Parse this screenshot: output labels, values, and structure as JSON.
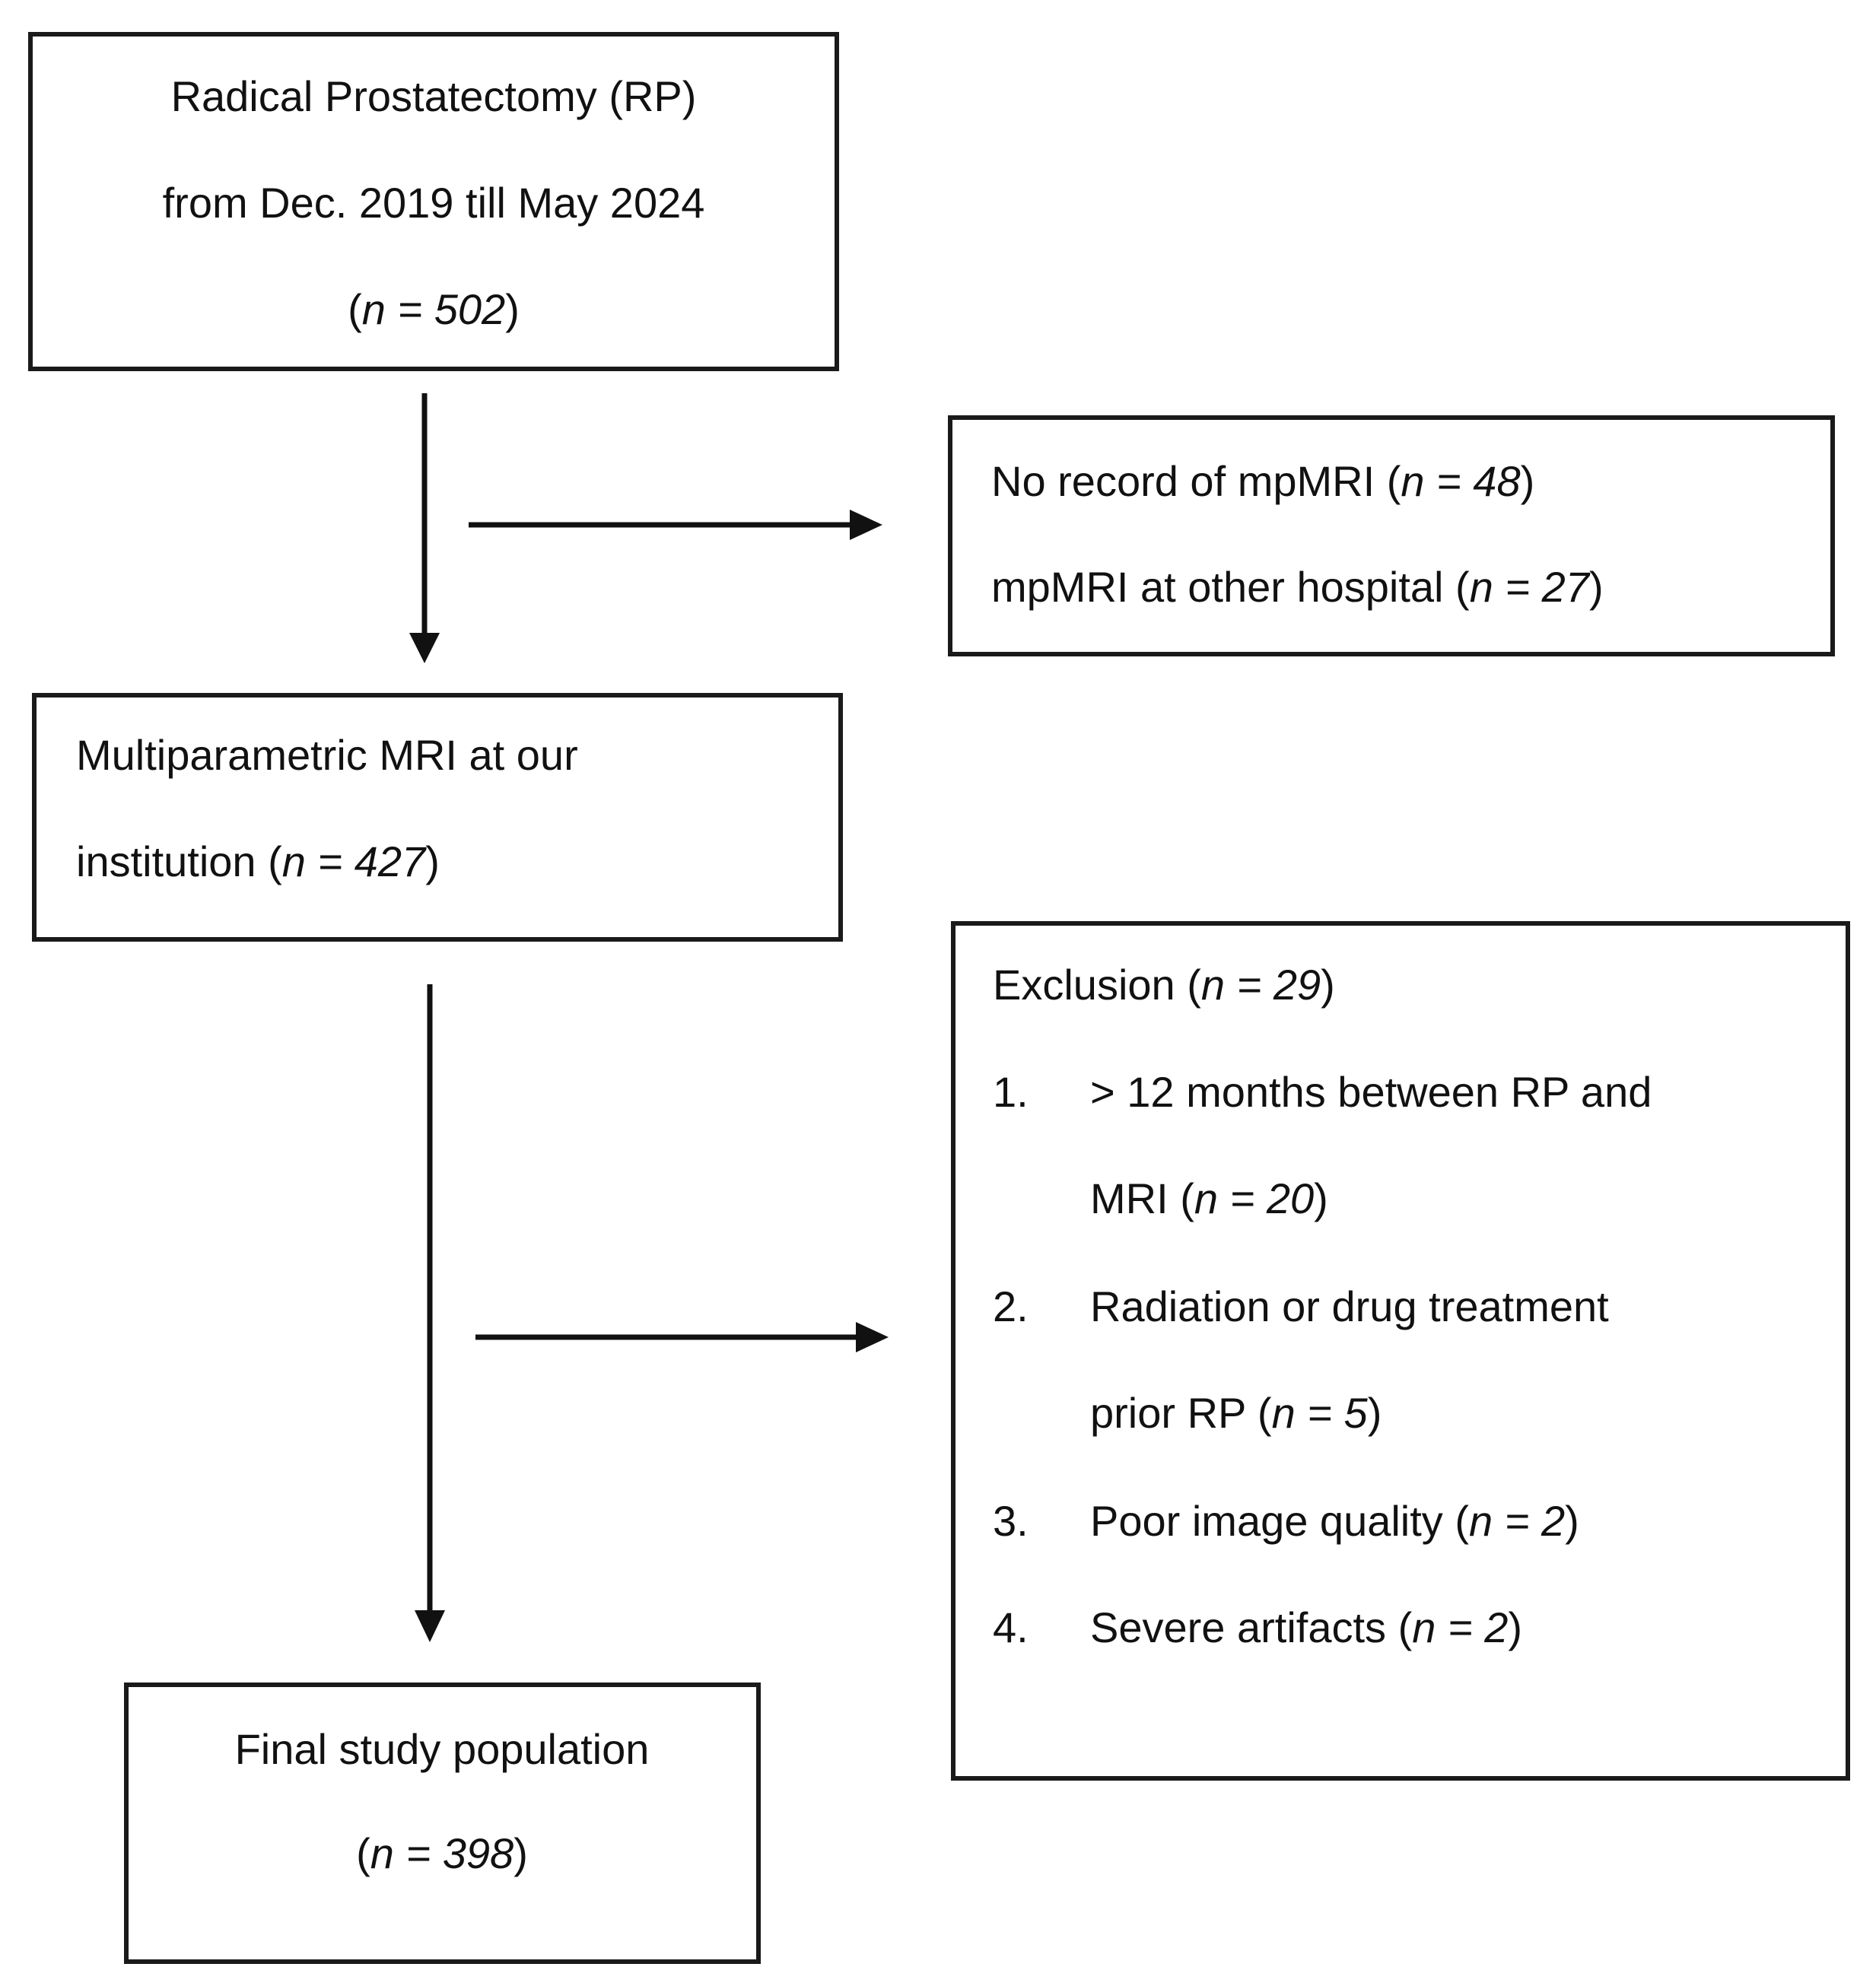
{
  "boxes": {
    "rp": {
      "lines": [
        {
          "pre": "Radical Prostatectomy  (RP)",
          "ital": "",
          "post": ""
        },
        {
          "pre": "from Dec. 2019 till May 2024",
          "ital": "",
          "post": ""
        },
        {
          "pre": "(",
          "ital": "n = 502",
          "post": ")"
        }
      ]
    },
    "excluded_mri": {
      "lines": [
        {
          "pre": "No record of mpMRI (",
          "ital": "n = 48",
          "post": ")"
        },
        {
          "pre": "mpMRI at other hospital (",
          "ital": "n = 27",
          "post": ")"
        }
      ]
    },
    "mri": {
      "lines": [
        {
          "pre": "Multiparametric MRI at our",
          "ital": "",
          "post": ""
        },
        {
          "pre": "institution (",
          "ital": "n = 427",
          "post": ")"
        }
      ]
    },
    "exclusion": {
      "title": {
        "pre": "Exclusion (",
        "ital": "n = 29",
        "post": ")"
      },
      "items": [
        {
          "num": "1.",
          "lines": [
            {
              "pre": "> 12 months between RP and",
              "ital": "",
              "post": ""
            },
            {
              "pre": "MRI (",
              "ital": "n = 20",
              "post": ")"
            }
          ]
        },
        {
          "num": "2.",
          "lines": [
            {
              "pre": "Radiation or drug treatment",
              "ital": "",
              "post": ""
            },
            {
              "pre": "prior RP (",
              "ital": "n = 5",
              "post": ")"
            }
          ]
        },
        {
          "num": "3.",
          "lines": [
            {
              "pre": "Poor image quality (",
              "ital": "n = 2",
              "post": ")"
            }
          ]
        },
        {
          "num": "4.",
          "lines": [
            {
              "pre": "Severe artifacts (",
              "ital": "n = 2",
              "post": ")"
            }
          ]
        }
      ]
    },
    "final": {
      "lines": [
        {
          "pre": "Final study population",
          "ital": "",
          "post": ""
        },
        {
          "pre": "(",
          "ital": "n = 398",
          "post": ")"
        }
      ]
    }
  }
}
